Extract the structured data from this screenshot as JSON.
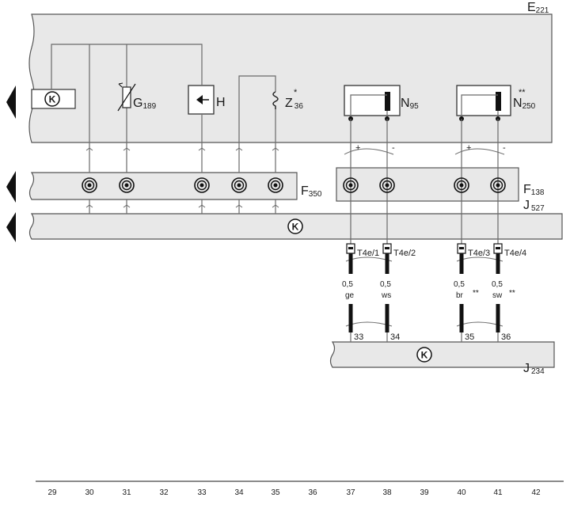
{
  "components": {
    "e221": {
      "letter": "E",
      "sub": "221"
    },
    "g189": {
      "letter": "G",
      "sub": "189"
    },
    "h": {
      "letter": "H"
    },
    "z36": {
      "letter": "Z",
      "sub": "36",
      "mark": "*"
    },
    "n95": {
      "letter": "N",
      "sub": "95"
    },
    "n250": {
      "letter": "N",
      "sub": "250",
      "mark": "**"
    },
    "f350": {
      "letter": "F",
      "sub": "350"
    },
    "f138": {
      "letter": "F",
      "sub": "138"
    },
    "j527": {
      "letter": "J",
      "sub": "527"
    },
    "j234": {
      "letter": "J",
      "sub": "234"
    },
    "k_symbol": "K"
  },
  "polarity": {
    "plus": "+",
    "minus": "-"
  },
  "connectors": [
    "T4e/1",
    "T4e/2",
    "T4e/3",
    "T4e/4"
  ],
  "wires": [
    {
      "size": "0,5",
      "color": "ge",
      "mark": ""
    },
    {
      "size": "0,5",
      "color": "ws",
      "mark": ""
    },
    {
      "size": "0,5",
      "color": "br",
      "mark": "**"
    },
    {
      "size": "0,5",
      "color": "sw",
      "mark": "**"
    }
  ],
  "pins": [
    "33",
    "34",
    "35",
    "36"
  ],
  "track_numbers": [
    "29",
    "30",
    "31",
    "32",
    "33",
    "34",
    "35",
    "36",
    "37",
    "38",
    "39",
    "40",
    "41",
    "42"
  ]
}
